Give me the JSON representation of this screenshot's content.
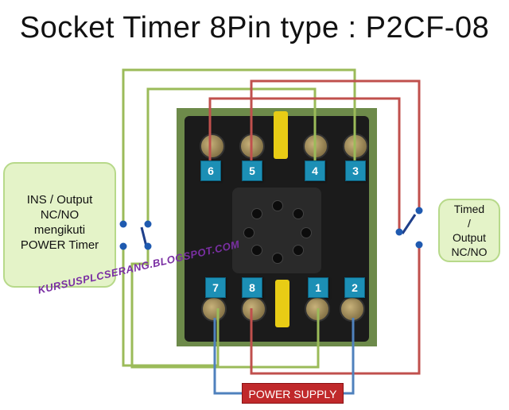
{
  "title": "Socket Timer 8Pin type : P2CF-08",
  "pins": {
    "p6": "6",
    "p5": "5",
    "p4": "4",
    "p3": "3",
    "p7": "7",
    "p8": "8",
    "p1": "1",
    "p2": "2"
  },
  "left_callout": [
    "INS / Output",
    "NC/NO",
    "mengikuti",
    "POWER Timer"
  ],
  "right_callout": [
    "Timed",
    "/",
    "Output",
    "NC/NO"
  ],
  "watermark": "KURSUSPLCSERANG.BLOGSPOT.COM",
  "power_supply": "POWER SUPPLY",
  "colors": {
    "green_wire": "#9bbb59",
    "red_wire": "#c0504d",
    "blue_wire": "#4f81bd",
    "pin_label": "#1c8fb5"
  }
}
